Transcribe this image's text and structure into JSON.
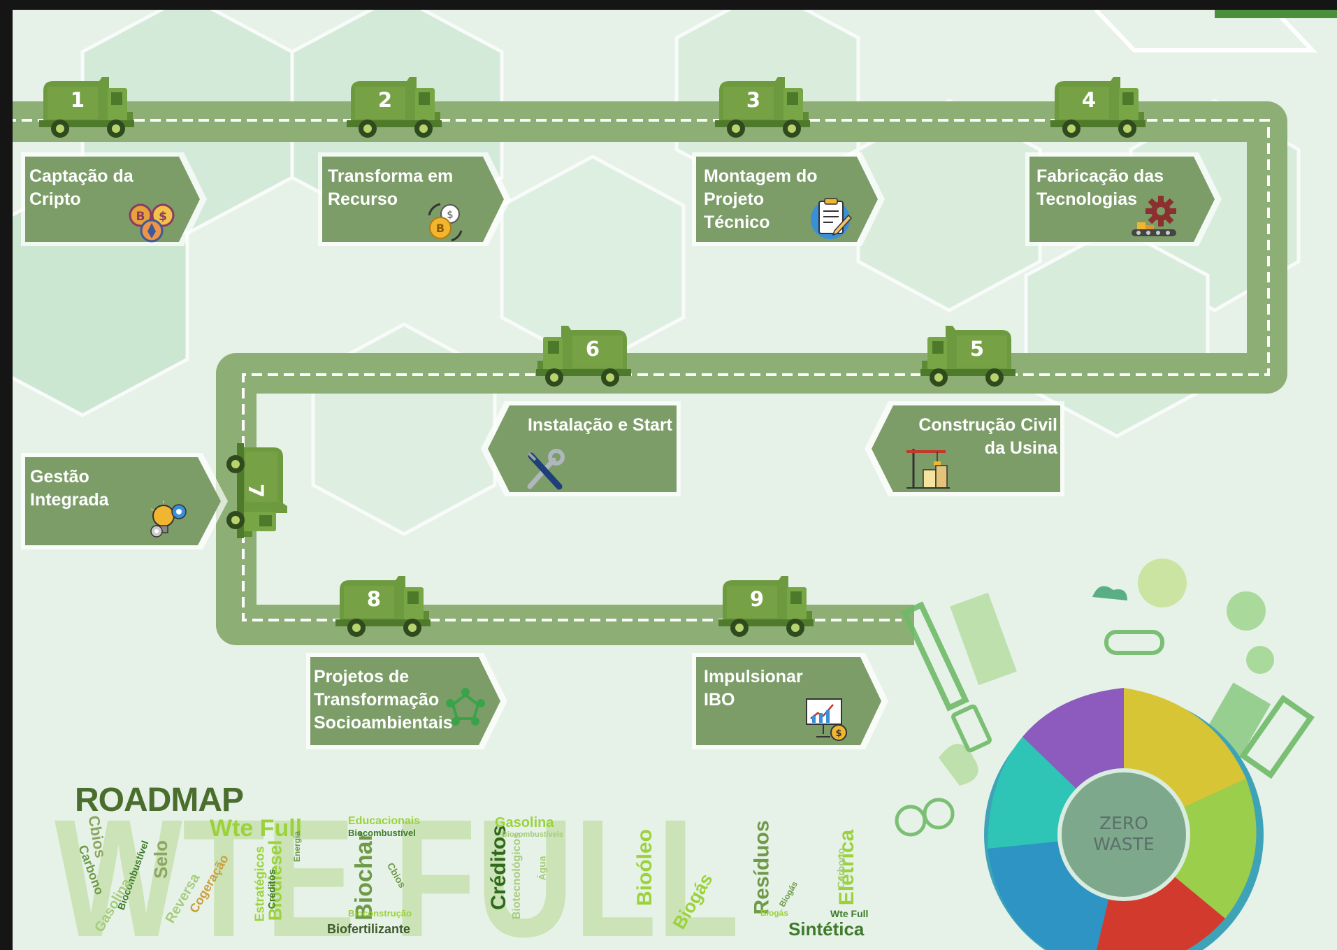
{
  "title": "ROADMAP",
  "zero_waste": {
    "line1": "ZERO",
    "line2": "WASTE"
  },
  "wordcloud_words": [
    "Cbios",
    "Carbono",
    "Biocombustível",
    "Gasolina",
    "Selo",
    "Wte Full",
    "Reversa",
    "Cogeração",
    "Estratégicos",
    "Biodiesel",
    "Créditos",
    "Energia",
    "Biochar",
    "Educacionais",
    "Biofertilizante",
    "Biocombustível",
    "Bioconstrução",
    "Cbios",
    "Créditos",
    "Gasolina",
    "Biotecnológicos",
    "Biocombustíveis",
    "Água",
    "Bioóleo",
    "Biogás",
    "Resíduos",
    "Biogás",
    "Elétrica",
    "Carbono",
    "Sintética",
    "Wte Full",
    "Biogás"
  ],
  "steps": [
    {
      "number": "1",
      "lines": [
        "Captação da",
        "Cripto"
      ],
      "icon": "crypto-coins-icon"
    },
    {
      "number": "2",
      "lines": [
        "Transforma em",
        "Recurso"
      ],
      "icon": "coin-exchange-icon"
    },
    {
      "number": "3",
      "lines": [
        "Montagem do",
        "Projeto",
        "Técnico"
      ],
      "icon": "clipboard-icon"
    },
    {
      "number": "4",
      "lines": [
        "Fabricação das",
        "Tecnologias"
      ],
      "icon": "gear-factory-icon"
    },
    {
      "number": "5",
      "lines": [
        "Construção Civil",
        "da Usina"
      ],
      "icon": "construction-crane-icon"
    },
    {
      "number": "6",
      "lines": [
        "Instalação e Start"
      ],
      "icon": "tools-icon"
    },
    {
      "number": "7",
      "lines": [
        "Gestão",
        "Integrada"
      ],
      "icon": "lightbulb-gear-icon"
    },
    {
      "number": "8",
      "lines": [
        "Projetos de",
        "Transformação",
        "Socioambientais"
      ],
      "icon": "people-network-icon"
    },
    {
      "number": "9",
      "lines": [
        "Impulsionar",
        "IBO"
      ],
      "icon": "presentation-chart-icon"
    }
  ],
  "colors": {
    "road": "#8daf76",
    "card": "#7c9d68",
    "truck": "#6d9a3e",
    "title": "#4b6e2e",
    "background": "#e6f2e8"
  }
}
